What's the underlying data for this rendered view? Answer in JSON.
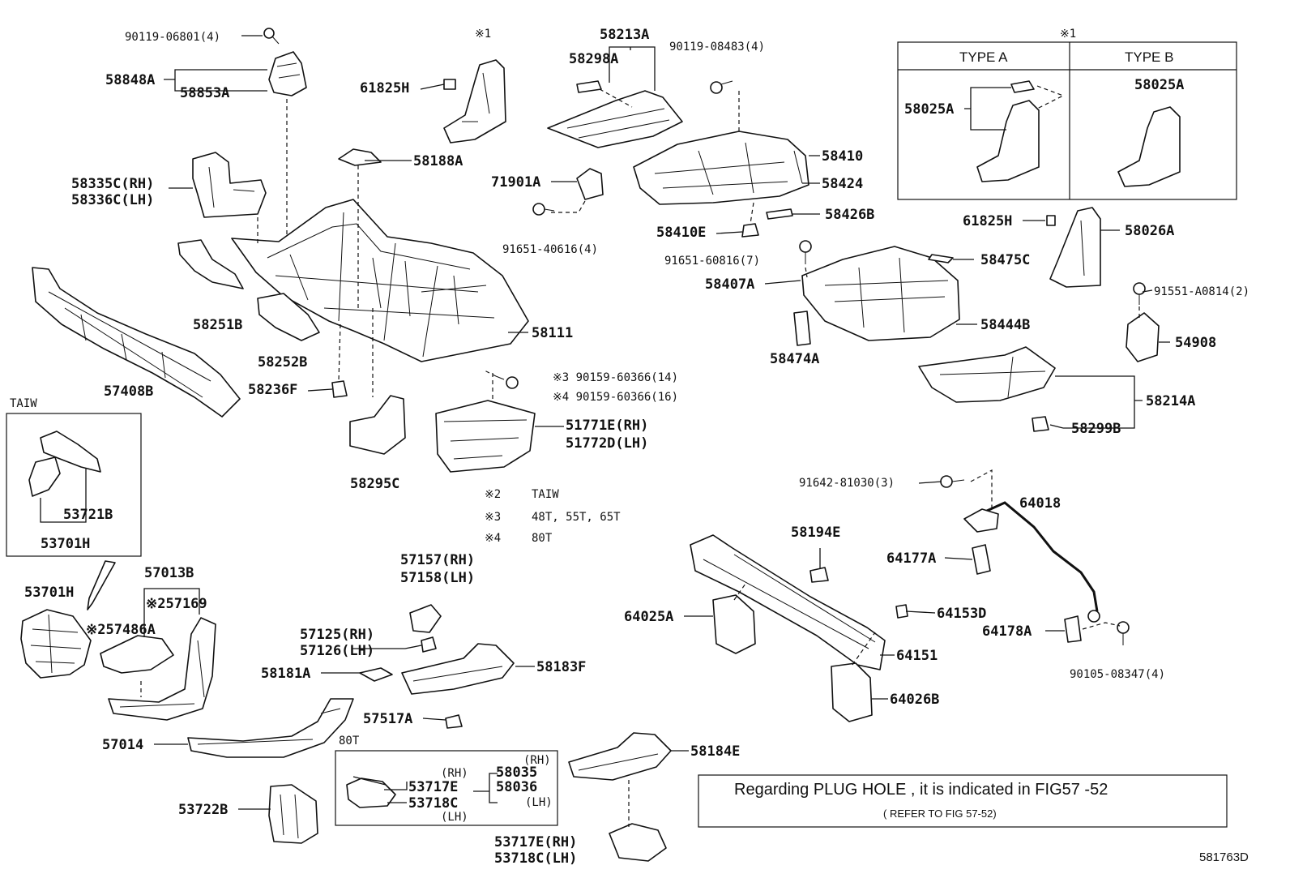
{
  "labels": {
    "l90119_06801": "90119-06801(4)",
    "l58848A": "58848A",
    "l58853A": "58853A",
    "lmark1_top": "※1",
    "l61825H_a": "61825H",
    "l58213A": "58213A",
    "l58298A": "58298A",
    "l90119_08483": "90119-08483(4)",
    "l58188A": "58188A",
    "l58335C": "58335C(RH)",
    "l58336C": "58336C(LH)",
    "l71901A": "71901A",
    "l91651_40616": "91651-40616(4)",
    "l58410": "58410",
    "l58424": "58424",
    "l58426B": "58426B",
    "l58410E": "58410E",
    "l91651_60816": "91651-60816(7)",
    "l58475C": "58475C",
    "l58407A": "58407A",
    "l58444B": "58444B",
    "l58474A": "58474A",
    "l58251B": "58251B",
    "l58252B": "58252B",
    "l58111": "58111",
    "l57408B": "57408B",
    "l58236F": "58236F",
    "l90159_14": "※3 90159-60366(14)",
    "l90159_16": "※4 90159-60366(16)",
    "l51771E": "51771E(RH)",
    "l51772D": "51772D(LH)",
    "l58295C": "58295C",
    "l61825H_b": "61825H",
    "l58026A": "58026A",
    "l91551": "91551-A0814(2)",
    "l54908": "54908",
    "l58214A": "58214A",
    "l58299B": "58299B",
    "l53721B": "53721B",
    "l53701H_box": "53701H",
    "l53701H": "53701H",
    "l57013B": "57013B",
    "l57169": "※257169",
    "l57486A": "※257486A",
    "l57157": "57157(RH)",
    "l57158": "57158(LH)",
    "l57125": "57125(RH)",
    "l57126": "57126(LH)",
    "l58181A": "58181A",
    "l58183F": "58183F",
    "l57517A": "57517A",
    "l57014": "57014",
    "l58184E": "58184E",
    "l53722B": "53722B",
    "l53717E_b": "53717E(RH)",
    "l53718C_b": "53718C(LH)",
    "l91642": "91642-81030(3)",
    "l64018": "64018",
    "l58194E": "58194E",
    "l64177A": "64177A",
    "l64025A": "64025A",
    "l64153D": "64153D",
    "l64178A": "64178A",
    "l64151": "64151",
    "l90105": "90105-08347(4)",
    "l64026B": "64026B"
  },
  "taiw_box": {
    "title": "TAIW"
  },
  "type_table": {
    "note": "※1",
    "type_a": "TYPE A",
    "type_b": "TYPE B",
    "part_a": "58025A",
    "part_b": "58025A"
  },
  "legend": {
    "m2_key": "※2",
    "m2_val": "TAIW",
    "m3_key": "※3",
    "m3_val": "48T, 55T, 65T",
    "m4_key": "※4",
    "m4_val": "80T"
  },
  "box80": {
    "title": "80T",
    "rh_a": "(RH)",
    "lh_a": "(LH)",
    "p53717E": "53717E",
    "p53718C": "53718C",
    "p58035": "58035",
    "p58036": "58036",
    "rh_b": "(RH)",
    "lh_b": "(LH)"
  },
  "note": {
    "line1": "Regarding PLUG HOLE , it is indicated in FIG57 -52",
    "line2": "( REFER TO FIG 57-52)"
  },
  "figure_id": "581763D"
}
